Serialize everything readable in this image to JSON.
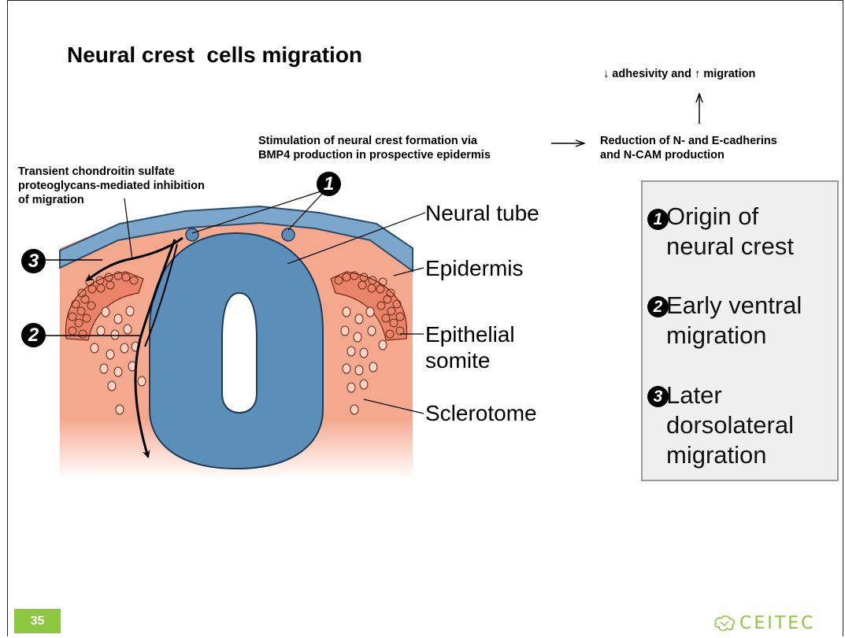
{
  "slide": {
    "title": "Neural crest  cells migration",
    "page_number": "35",
    "logo_text": "CEITEC"
  },
  "annotations": {
    "adhesivity": "↓ adhesivity and ↑ migration",
    "stimulation": [
      "Stimulation of neural crest formation via",
      "BMP4 production in prospective epidermis"
    ],
    "reduction": [
      "Reduction of N- and E-cadherins",
      "and N-CAM production"
    ],
    "transient": [
      "Transient chondroitin sulfate",
      "proteoglycans-mediated inhibition",
      "of migration"
    ]
  },
  "diagram": {
    "labels": {
      "neural_tube": "Neural tube",
      "epidermis": "Epidermis",
      "epithelial_somite": [
        "Epithelial",
        "somite"
      ],
      "sclerotome": "Sclerotome"
    },
    "markers": {
      "top": "1",
      "left_upper": "3",
      "left_middle": "2"
    }
  },
  "legend": {
    "items": [
      {
        "num": "1",
        "lines": [
          "Origin of",
          "neural crest"
        ]
      },
      {
        "num": "2",
        "lines": [
          "Early ventral",
          "migration"
        ]
      },
      {
        "num": "3",
        "lines": [
          "Later",
          "dorsolateral",
          "migration"
        ]
      }
    ]
  },
  "colors": {
    "tissue": "#f4a98f",
    "tube": "#5b8fb9",
    "epidermis": "#7ba7cc",
    "somite": "#e9846a",
    "accent": "#8dc63f",
    "legend_bg": "#f0f0f0"
  }
}
